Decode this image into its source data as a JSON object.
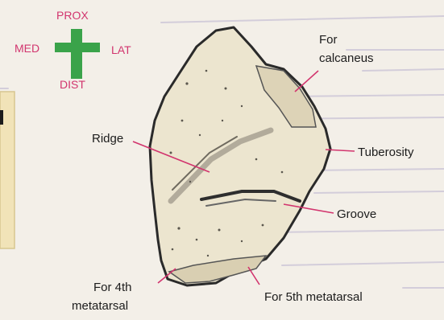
{
  "orientation": {
    "prox": "PROX",
    "dist": "DIST",
    "med": "MED",
    "lat": "LAT"
  },
  "labels": {
    "for_calcaneus_1": "For",
    "for_calcaneus_2": "calcaneus",
    "tuberosity": "Tuberosity",
    "ridge": "Ridge",
    "groove": "Groove",
    "for_4th_1": "For 4th",
    "for_4th_2": "metatarsal",
    "for_5th": "For 5th metatarsal"
  },
  "colors": {
    "orientation_text": "#d2356e",
    "cross": "#3aa34a",
    "leader_lines": "#d2356e",
    "bone_fill": "#ece5cf",
    "bone_outline": "#2a2a2a",
    "side_panel": "#f1e3b8"
  }
}
